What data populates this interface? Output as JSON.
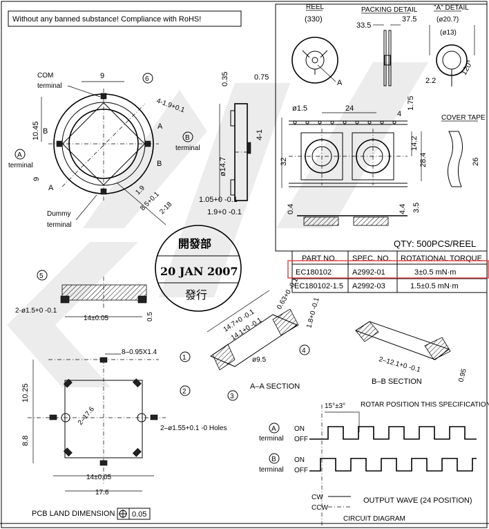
{
  "compliance_note": "Without any banned substance! Compliance with RoHS!",
  "reel": {
    "title": "REEL",
    "diameter": "(330)",
    "label_a": "A",
    "packing_title": "PACKING DETAIL",
    "packing_dim1": "33.5",
    "packing_dim2": "37.5",
    "a_detail_title": "\"A\" DETAIL",
    "a_dim1": "(ø20.7)",
    "a_dim2": "(ø13)",
    "a_dim3": "2.2",
    "a_angle": "120°"
  },
  "tape": {
    "hole": "ø1.5",
    "pitch": "24",
    "d4": "4",
    "d175": "1.75",
    "d142": "14.2",
    "d284": "28.4",
    "w32": "32",
    "d04": "0.4",
    "d44": "4.4",
    "d35": "3.5",
    "cover_tape": "COVER TAPE",
    "d26": "26",
    "qty": "QTY: 500PCS/REEL"
  },
  "spec_table": {
    "headers": [
      "PART NO.",
      "SPEC. NO.",
      "ROTATIONAL TORQUE"
    ],
    "rows": [
      [
        "EC180102",
        "A2992-01",
        "3±0.5  mN·m"
      ],
      [
        "EC180102-1.5",
        "A2992-03",
        "1.5±0.5  mN·m"
      ]
    ]
  },
  "top_view": {
    "com_terminal": "COM\nterminal",
    "dim9": "9",
    "c6": "6",
    "dim_4_19": "4-1.9+0.1",
    "dim1045": "10.45",
    "dimB": "B",
    "dimA": "A",
    "a_terminal": "terminal",
    "b_terminal": "terminal",
    "dim9b": "9",
    "dim19": "1.9",
    "dim85": "8.5+0.1",
    "dim218": "2-18",
    "dummy": "Dummy\nterminal",
    "circA": "A",
    "circB": "B"
  },
  "side_view": {
    "d035": "0.35",
    "d075": "0.75",
    "d147": "ø14.7",
    "d41": "4-1",
    "d105": "1.05+0 -0.1",
    "d19": "1.9+0 -0.1"
  },
  "stamp": {
    "top": "開發部",
    "date": "20 JAN 2007",
    "bottom": "發行"
  },
  "front_view": {
    "c5": "5",
    "holes": "2-ø1.5+0 -0.1",
    "d14": "14±0.05",
    "d05": "0.5"
  },
  "aa_section": {
    "d147": "14.7+0 -0.1",
    "d141": "14.1+0 -0.1",
    "d063": "0.63+0 -0.1",
    "d18": "1.8+0 -0.1",
    "d95": "ø9.5",
    "c1": "1",
    "c2": "2",
    "c3": "3",
    "c4": "4",
    "title": "A–A SECTION"
  },
  "bb_section": {
    "d121": "2–12.1+0 -0.1",
    "d095": "0.95",
    "title": "B–B SECTION"
  },
  "pcb": {
    "pads": "8–0.95X1.4",
    "d1025": "10.25",
    "d176diag": "2–17.6",
    "holes": "2–ø1.55+0.1 -0 Holes",
    "d88": "8.8",
    "d14": "14±0.05",
    "d176": "17.6",
    "title": "PCB LAND DIMENSION",
    "tol": "0.05"
  },
  "circuit": {
    "d15": "15°±3°",
    "rotar": "ROTAR POSITION THIS SPECIFICATION",
    "a_terminal": "terminal",
    "b_terminal": "terminal",
    "on": "ON",
    "off": "OFF",
    "circA": "A",
    "circB": "B",
    "cw": "CW",
    "ccw": "CCW",
    "output": "OUTPUT WAVE (24 POSITION)",
    "title": "CIRCUIT DIAGRAM"
  }
}
